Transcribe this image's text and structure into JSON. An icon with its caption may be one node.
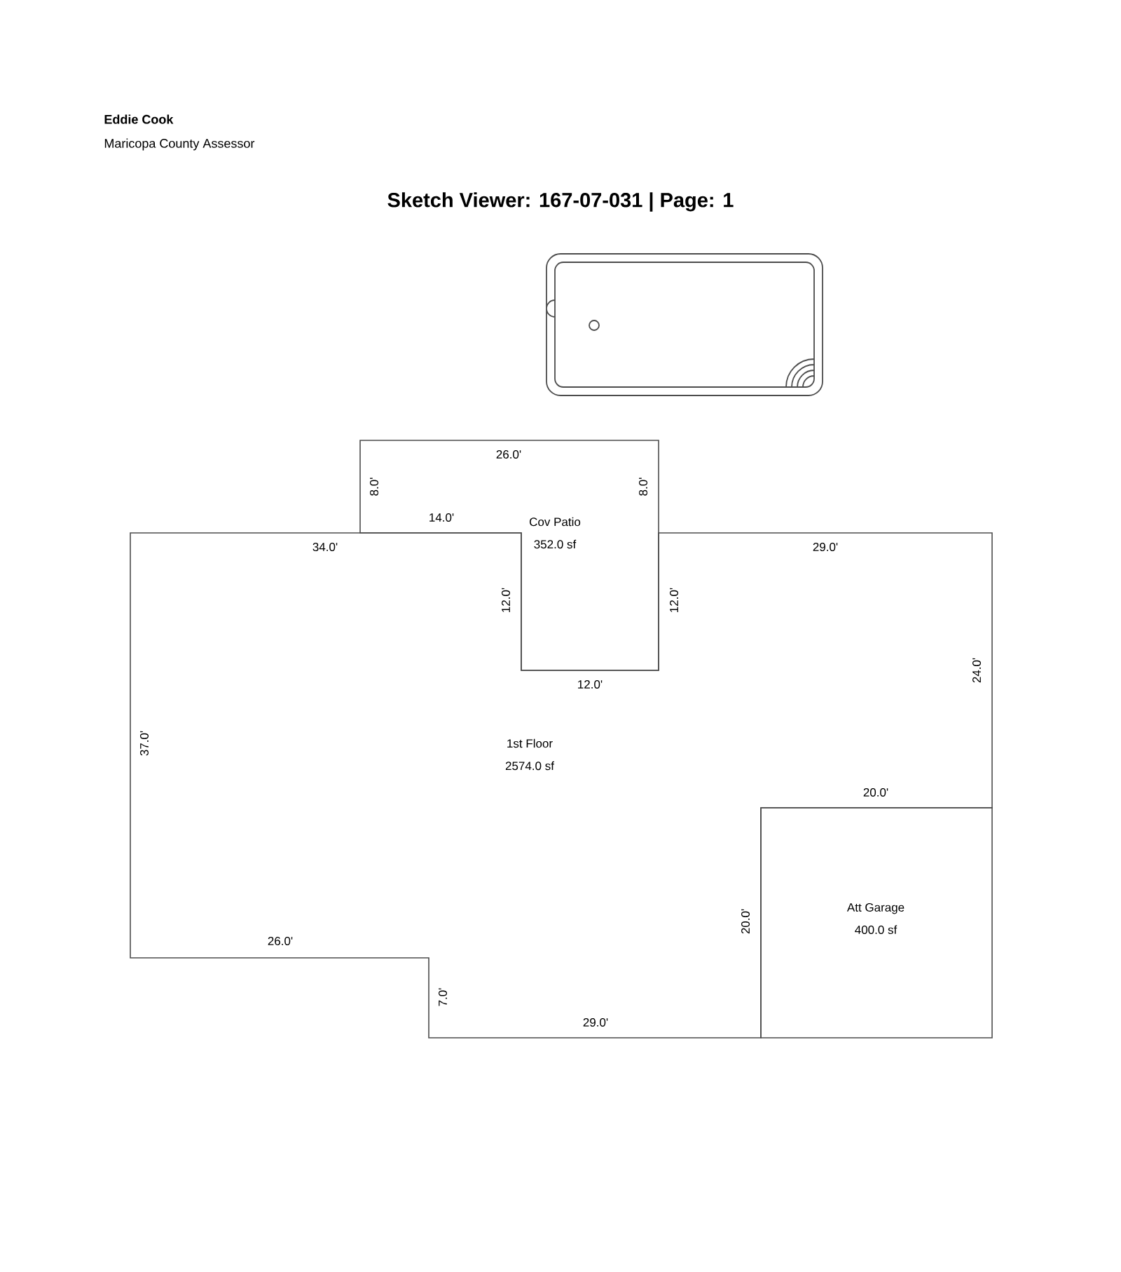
{
  "diagram": {
    "title": "Sketch Viewer: 167-07-031 | Page: 1",
    "nodes": [
      {
        "text": [
          "1st Floor",
          "2574.0 sf"
        ]
      },
      {
        "text": [
          "Cov Patio",
          "352.0 sf"
        ]
      },
      {
        "text": [
          "Att Garage",
          "400.0 sf"
        ]
      }
    ],
    "labels": [
      "Eddie Cook",
      "Maricopa County Assessor",
      "26.0'",
      "8.0'",
      "8.0'",
      "14.0'",
      "34.0'",
      "29.0'",
      "12.0'",
      "12.0'",
      "24.0'",
      "12.0'",
      "37.0'",
      "20.0'",
      "20.0'",
      "26.0'",
      "7.0'",
      "29.0'"
    ]
  }
}
